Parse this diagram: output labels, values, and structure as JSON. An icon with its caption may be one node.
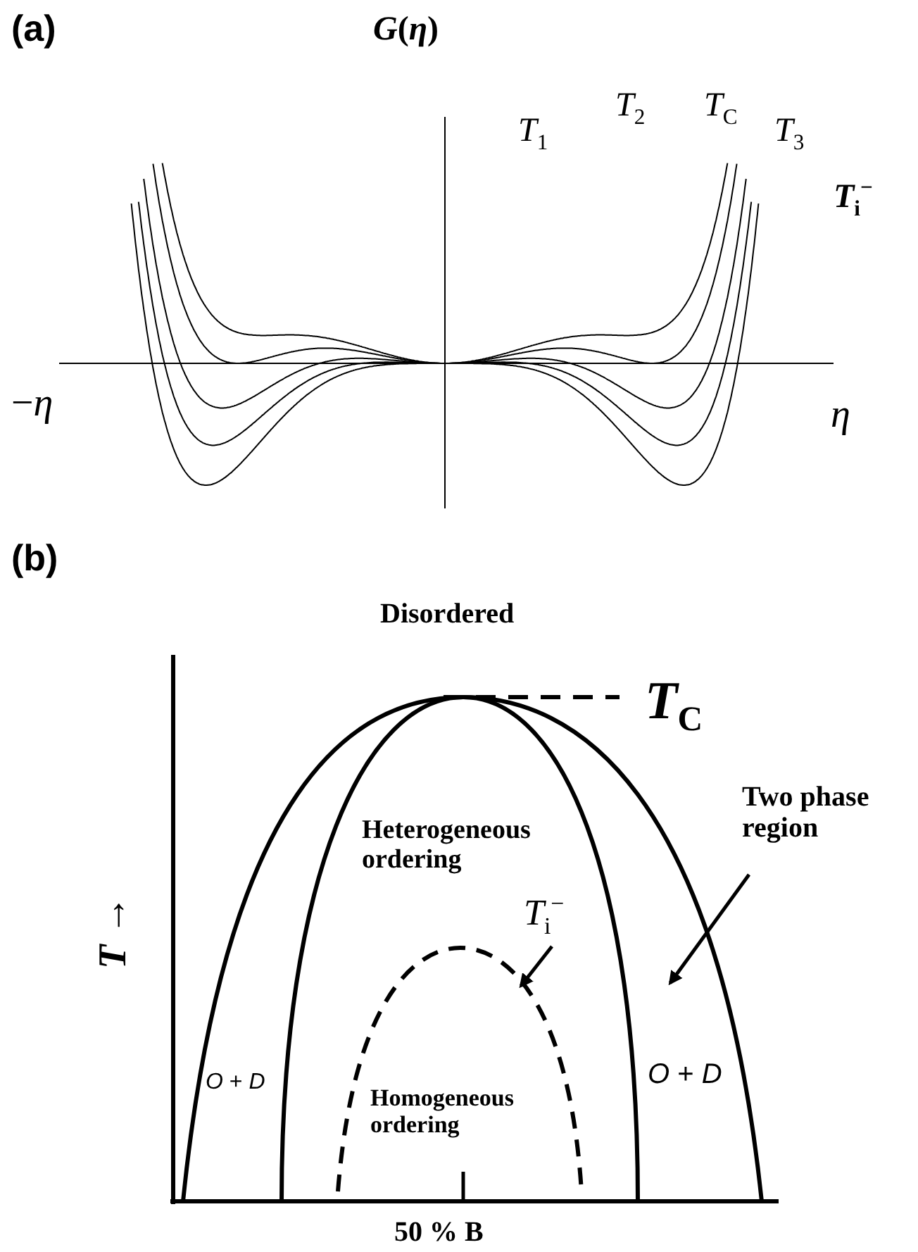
{
  "diagram": {
    "nodes": [
      {
        "text": [
          "Two phase region"
        ]
      },
      {
        "text": [
          "*T*$_{i}$$^{−}$"
        ]
      }
    ],
    "edges": [
      {
        "from": 0,
        "to": null,
        "arrow": "to"
      },
      {
        "from": 1,
        "to": null,
        "arrow": "to"
      }
    ],
    "labels": [
      "(a)",
      "*G*(*η*)",
      "*T*$_{1}$",
      "*T*$_{2}$",
      "*T*$_{C}$",
      "*T*$_{3}$",
      "*T*$_{i}$$^{−}$",
      "−*η*",
      "*η*",
      "(b)",
      "Disordered",
      "*T*$_{C}$",
      "Heterogeneous ordering",
      "*T* →",
      "*O* + *D*",
      "*O* + *D*",
      "Homogeneous ordering",
      "50 % B"
    ]
  }
}
